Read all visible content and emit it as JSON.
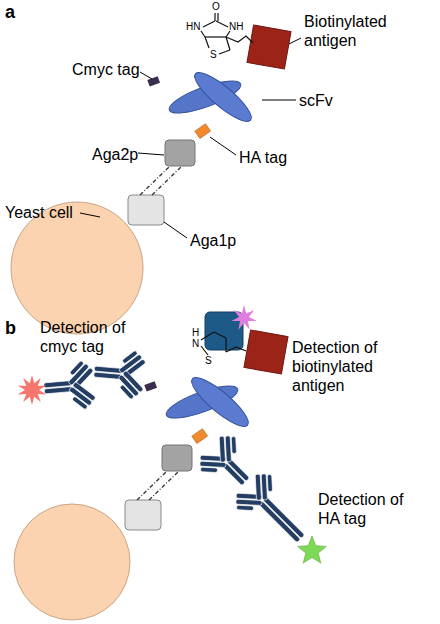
{
  "diagram": {
    "labels": [
      "a",
      "O",
      "HN",
      "NH",
      "S",
      "Biotinylated antigen",
      "Cmyc tag",
      "Aga2p",
      "scFv",
      "HA tag",
      "Yeast cell",
      "Aga1p",
      "b",
      "H",
      "N",
      "S",
      "Detection of biotinylated antigen",
      "Detection of cmyc tag",
      "Detection of HA tag"
    ]
  }
}
